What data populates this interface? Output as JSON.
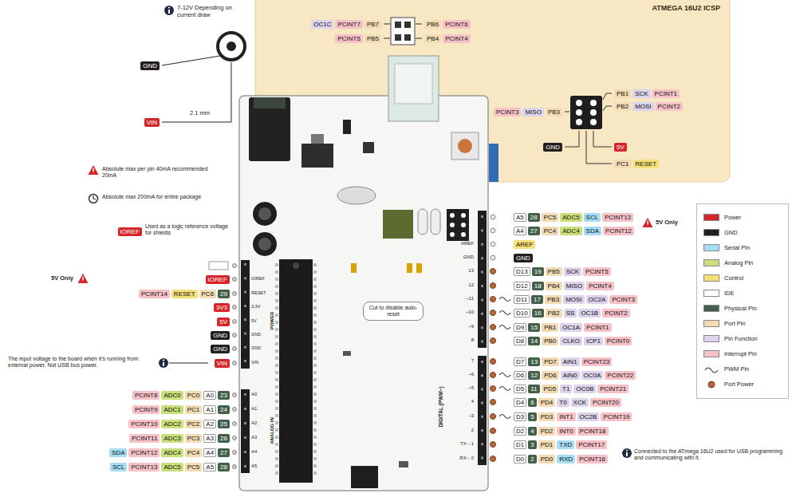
{
  "diagram": {
    "nodes": [
      {
        "text": [
          "ATMEGA 16U2 ICSP"
        ]
      },
      {
        "text": [
          "OC1C"
        ],
        "in": 0
      },
      {
        "text": [
          "PCINT7"
        ],
        "in": 0
      },
      {
        "text": [
          "PB7"
        ],
        "in": 0
      },
      {
        "text": [
          "PCINT5"
        ],
        "in": 0
      },
      {
        "text": [
          "PB5"
        ],
        "in": 0
      },
      {
        "text": [
          "PB6"
        ],
        "in": 0
      },
      {
        "text": [
          "PCINT6"
        ],
        "in": 0
      },
      {
        "text": [
          "PB4"
        ],
        "in": 0
      },
      {
        "text": [
          "PCINT4"
        ],
        "in": 0
      },
      {
        "text": [
          "PB1"
        ],
        "in": 0
      },
      {
        "text": [
          "SCK"
        ],
        "in": 0
      },
      {
        "text": [
          "PCINT1"
        ],
        "in": 0
      },
      {
        "text": [
          "PB2"
        ],
        "in": 0
      },
      {
        "text": [
          "MOSI"
        ],
        "in": 0
      },
      {
        "text": [
          "PCINT2"
        ],
        "in": 0
      },
      {
        "text": [
          "PCINT3"
        ],
        "in": 0
      },
      {
        "text": [
          "MISO"
        ],
        "in": 0
      },
      {
        "text": [
          "PB3"
        ],
        "in": 0
      },
      {
        "text": [
          "GND"
        ],
        "in": 0
      },
      {
        "text": [
          "5V"
        ],
        "in": 0
      },
      {
        "text": [
          "PC1"
        ],
        "in": 0
      },
      {
        "text": [
          "RESET"
        ],
        "in": 0
      },
      {
        "text": [
          "GND"
        ]
      },
      {
        "text": [
          "VIN"
        ]
      },
      {
        "text": [
          "IOREF"
        ]
      },
      {
        "text": [
          "A5"
        ]
      },
      {
        "text": [
          "28"
        ]
      },
      {
        "text": [
          "PC5"
        ]
      },
      {
        "text": [
          "ADC5"
        ]
      },
      {
        "text": [
          "SCL"
        ]
      },
      {
        "text": [
          "PCINT13"
        ]
      },
      {
        "text": [
          "A4"
        ]
      },
      {
        "text": [
          "27"
        ]
      },
      {
        "text": [
          "PC4"
        ]
      },
      {
        "text": [
          "ADC4"
        ]
      },
      {
        "text": [
          "SDA"
        ]
      },
      {
        "text": [
          "PCINT12"
        ]
      },
      {
        "text": [
          "AREF"
        ]
      },
      {
        "text": [
          "GND"
        ]
      },
      {
        "text": [
          "D13"
        ]
      },
      {
        "text": [
          "19"
        ]
      },
      {
        "text": [
          "PB5"
        ]
      },
      {
        "text": [
          "SCK"
        ]
      },
      {
        "text": [
          "PCINT5"
        ]
      },
      {
        "text": [
          "D12"
        ]
      },
      {
        "text": [
          "18"
        ]
      },
      {
        "text": [
          "PB4"
        ]
      },
      {
        "text": [
          "MISO"
        ]
      },
      {
        "text": [
          "PCINT4"
        ]
      },
      {
        "text": [
          "D11"
        ]
      },
      {
        "text": [
          "17"
        ]
      },
      {
        "text": [
          "PB3"
        ]
      },
      {
        "text": [
          "MOSI"
        ]
      },
      {
        "text": [
          "OC2A"
        ]
      },
      {
        "text": [
          "PCINT3"
        ]
      },
      {
        "text": [
          "D10"
        ]
      },
      {
        "text": [
          "16"
        ]
      },
      {
        "text": [
          "PB2"
        ]
      },
      {
        "text": [
          "SS"
        ]
      },
      {
        "text": [
          "OC1B"
        ]
      },
      {
        "text": [
          "PCINT2"
        ]
      },
      {
        "text": [
          "D9"
        ]
      },
      {
        "text": [
          "15"
        ]
      },
      {
        "text": [
          "PB1"
        ]
      },
      {
        "text": [
          "OC1A"
        ]
      },
      {
        "text": [
          "PCINT1"
        ]
      },
      {
        "text": [
          "D8"
        ]
      },
      {
        "text": [
          "14"
        ]
      },
      {
        "text": [
          "PB0"
        ]
      },
      {
        "text": [
          "CLKO"
        ]
      },
      {
        "text": [
          "ICP1"
        ]
      },
      {
        "text": [
          "PCINT0"
        ]
      },
      {
        "text": [
          "D7"
        ]
      },
      {
        "text": [
          "13"
        ]
      },
      {
        "text": [
          "PD7"
        ]
      },
      {
        "text": [
          "AIN1"
        ]
      },
      {
        "text": [
          "PCINT23"
        ]
      },
      {
        "text": [
          "D6"
        ]
      },
      {
        "text": [
          "12"
        ]
      },
      {
        "text": [
          "PD6"
        ]
      },
      {
        "text": [
          "AIN0"
        ]
      },
      {
        "text": [
          "OC0A"
        ]
      },
      {
        "text": [
          "PCINT22"
        ]
      },
      {
        "text": [
          "D5"
        ]
      },
      {
        "text": [
          "11"
        ]
      },
      {
        "text": [
          "PD5"
        ]
      },
      {
        "text": [
          "T1"
        ]
      },
      {
        "text": [
          "OC0B"
        ]
      },
      {
        "text": [
          "PCINT21"
        ]
      },
      {
        "text": [
          "D4"
        ]
      },
      {
        "text": [
          "6"
        ]
      },
      {
        "text": [
          "PD4"
        ]
      },
      {
        "text": [
          "T0"
        ]
      },
      {
        "text": [
          "XCK"
        ]
      },
      {
        "text": [
          "PCINT20"
        ]
      },
      {
        "text": [
          "D3"
        ]
      },
      {
        "text": [
          "5"
        ]
      },
      {
        "text": [
          "PD3"
        ]
      },
      {
        "text": [
          "INT1"
        ]
      },
      {
        "text": [
          "OC2B"
        ]
      },
      {
        "text": [
          "PCINT19"
        ]
      },
      {
        "text": [
          "D2"
        ]
      },
      {
        "text": [
          "4"
        ]
      },
      {
        "text": [
          "PD2"
        ]
      },
      {
        "text": [
          "INT0"
        ]
      },
      {
        "text": [
          "PCINT18"
        ]
      },
      {
        "text": [
          "D1"
        ]
      },
      {
        "text": [
          "3"
        ]
      },
      {
        "text": [
          "PD1"
        ]
      },
      {
        "text": [
          "TXD"
        ]
      },
      {
        "text": [
          "PCINT17"
        ]
      },
      {
        "text": [
          "D0"
        ]
      },
      {
        "text": [
          "2"
        ]
      },
      {
        "text": [
          "PD0"
        ]
      },
      {
        "text": [
          "RXD"
        ]
      },
      {
        "text": [
          "PCINT16"
        ]
      },
      {
        "text": [
          "Cut to disable auto-reset"
        ]
      },
      {
        "text": [
          "IOREF"
        ]
      },
      {
        "text": [
          "PCINT14"
        ]
      },
      {
        "text": [
          "RESET"
        ]
      },
      {
        "text": [
          "PC6"
        ]
      },
      {
        "text": [
          "29"
        ]
      },
      {
        "text": [
          "3V3"
        ]
      },
      {
        "text": [
          "5V"
        ]
      },
      {
        "text": [
          "GND"
        ]
      },
      {
        "text": [
          "GND"
        ]
      },
      {
        "text": [
          "VIN"
        ]
      },
      {
        "text": [
          "PCINT8"
        ]
      },
      {
        "text": [
          "ADC0"
        ]
      },
      {
        "text": [
          "PC0"
        ]
      },
      {
        "text": [
          "A0"
        ]
      },
      {
        "text": [
          "23"
        ]
      },
      {
        "text": [
          "PCINT9"
        ]
      },
      {
        "text": [
          "ADC1"
        ]
      },
      {
        "text": [
          "PC1"
        ]
      },
      {
        "text": [
          "A1"
        ]
      },
      {
        "text": [
          "24"
        ]
      },
      {
        "text": [
          "PCINT10"
        ]
      },
      {
        "text": [
          "ADC2"
        ]
      },
      {
        "text": [
          "PC2"
        ]
      },
      {
        "text": [
          "A2"
        ]
      },
      {
        "text": [
          "25"
        ]
      },
      {
        "text": [
          "PCINT11"
        ]
      },
      {
        "text": [
          "ADC3"
        ]
      },
      {
        "text": [
          "PC3"
        ]
      },
      {
        "text": [
          "A3"
        ]
      },
      {
        "text": [
          "26"
        ]
      },
      {
        "text": [
          "SDA"
        ]
      },
      {
        "text": [
          "PCINT12"
        ]
      },
      {
        "text": [
          "ADC4"
        ]
      },
      {
        "text": [
          "PC4"
        ]
      },
      {
        "text": [
          "A4"
        ]
      },
      {
        "text": [
          "27"
        ]
      },
      {
        "text": [
          "SCL"
        ]
      },
      {
        "text": [
          "PCINT13"
        ]
      },
      {
        "text": [
          "ADC5"
        ]
      },
      {
        "text": [
          "PC5"
        ]
      },
      {
        "text": [
          "A5"
        ]
      },
      {
        "text": [
          "28"
        ]
      }
    ],
    "labels": [
      "7-12V Depending on current draw",
      "2.1 mm",
      "Absolute max per pin 40mA recommended 20mA",
      "Absolute max 200mA for entire package",
      "Used as a logic reference voltage for shields",
      "5V Only",
      "The input voltage to the board when it's running from external power. Not USB bus power.",
      "5V Only",
      "Connected to the ATmega 16U2 used for USB programming and communicating with it.",
      "AREF",
      "GND",
      "13",
      "12",
      "~11",
      "~10",
      "~9",
      "8",
      "7",
      "~6",
      "~5",
      "4",
      "~3",
      "2",
      "TX→1",
      "RX←0",
      "DIGITAL (PWM~)",
      "IOREF",
      "RESET",
      "3.3V",
      "5V",
      "GND",
      "GND",
      "VIN",
      "POWER",
      "A0",
      "A1",
      "A2",
      "A3",
      "A4",
      "A5",
      "ANALOG IN"
    ],
    "legend": [
      {
        "text": "Power",
        "color": "#d6262b"
      },
      {
        "text": "GND",
        "color": "#231f20"
      },
      {
        "text": "Serial Pin",
        "color": "#a6dcf5"
      },
      {
        "text": "Analog Pin",
        "color": "#c9e07a"
      },
      {
        "text": "Control",
        "color": "#f4df78"
      },
      {
        "text": "IDE",
        "color": "#ffffff"
      },
      {
        "text": "Physical Pin",
        "color": "#43604a"
      },
      {
        "text": "Port Pin",
        "color": "#f3dbb3"
      },
      {
        "text": "Pin Function",
        "color": "#dcd3ec"
      },
      {
        "text": "Interrupt Pin",
        "color": "#f6c2c8"
      },
      {
        "text": "PWM Pin"
      },
      {
        "text": "Port Power"
      }
    ]
  }
}
